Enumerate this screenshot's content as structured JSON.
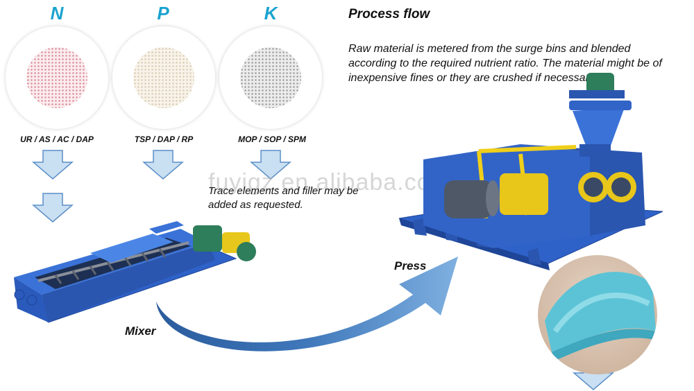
{
  "nutrients": [
    {
      "letter": "N",
      "sources": "UR / AS / AC / DAP",
      "color": "#d98a98"
    },
    {
      "letter": "P",
      "sources": "TSP / DAP / RP",
      "color": "#e6dcc8"
    },
    {
      "letter": "K",
      "sources": "MOP / SOP / SPM",
      "color": "#a8a8a8"
    }
  ],
  "process": {
    "heading": "Process flow",
    "description": "Raw material is metered from the surge bins and blended according to the required nutrient ratio. The material might be of inexpensive fines or they are crushed if necessary.",
    "trace_note": "Trace elements and filler may be added as requested."
  },
  "steps": {
    "mixer": "Mixer",
    "press": "Press"
  },
  "watermark": "fuyigz.en.alibaba.com",
  "colors": {
    "accent": "#1aa3cf",
    "arrow_fill": "#c9dff2",
    "arrow_stroke": "#5b8fc7",
    "machine_blue": "#2f62c8",
    "flow_arrow": "#3f78bb"
  }
}
